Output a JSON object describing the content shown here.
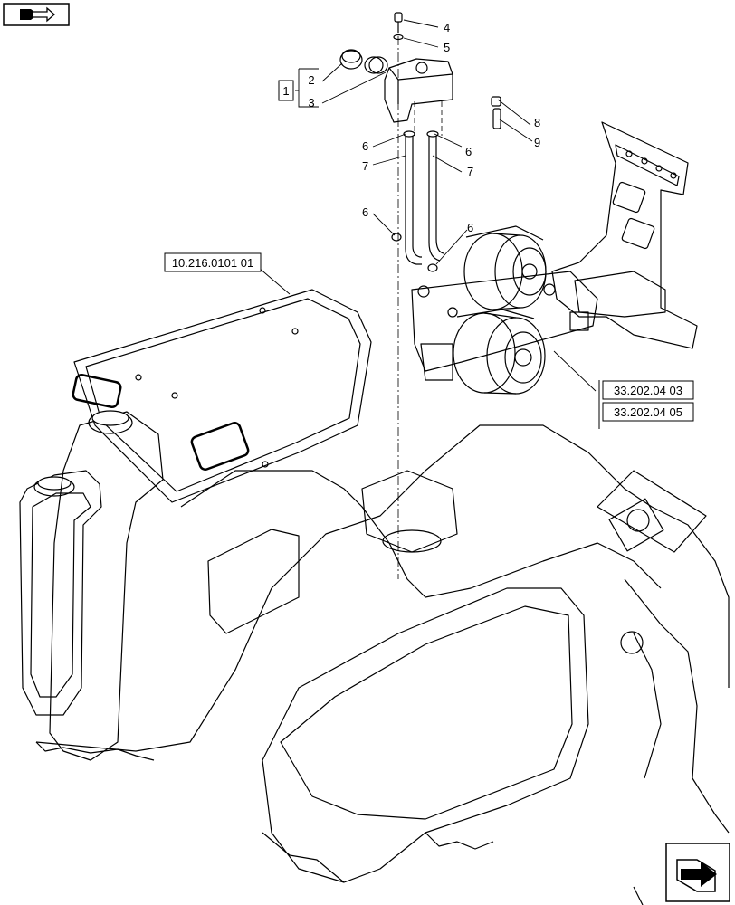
{
  "callouts": {
    "c1": "1",
    "c2": "2",
    "c3": "3",
    "c4": "4",
    "c5": "5",
    "c6a": "6",
    "c6b": "6",
    "c6c": "6",
    "c6d": "6",
    "c7a": "7",
    "c7b": "7",
    "c8": "8",
    "c9": "9"
  },
  "references": {
    "ref_frame": "10.216.0101 01",
    "ref_pump_a": "33.202.04 03",
    "ref_pump_b": "33.202.04 05"
  },
  "icons": {
    "top_nav": "previous-page-arrow-icon",
    "bottom_nav": "next-page-arrow-icon"
  },
  "colors": {
    "line": "#000000",
    "background": "#ffffff"
  }
}
